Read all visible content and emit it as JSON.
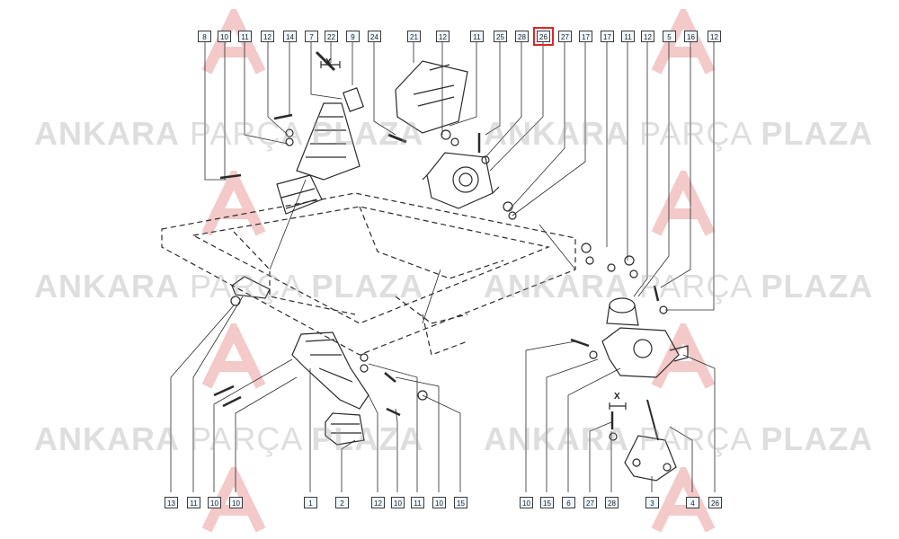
{
  "watermark": {
    "word1": "ANKARA",
    "word2": "PARÇA",
    "word3": "PLAZA"
  },
  "callouts_top": [
    "8",
    "10",
    "11",
    "12",
    "14",
    "7",
    "22",
    "9",
    "24",
    "21",
    "12",
    "11",
    "25",
    "28",
    "26",
    "27",
    "17",
    "17",
    "11",
    "12",
    "5",
    "16",
    "12"
  ],
  "callouts_bottom": [
    "13",
    "11",
    "10",
    "10",
    "1",
    "2",
    "12",
    "10",
    "11",
    "10",
    "15",
    "10",
    "15",
    "6",
    "27",
    "28",
    "3",
    "4",
    "26"
  ],
  "highlighted_callout": "26",
  "dimension_label": "X",
  "colors": {
    "highlight": "#d62828",
    "line": "#2a2a2a",
    "callout_fill": "#eef6ff",
    "watermark": "#a0a0a0",
    "logo": "#f3c9c9"
  }
}
